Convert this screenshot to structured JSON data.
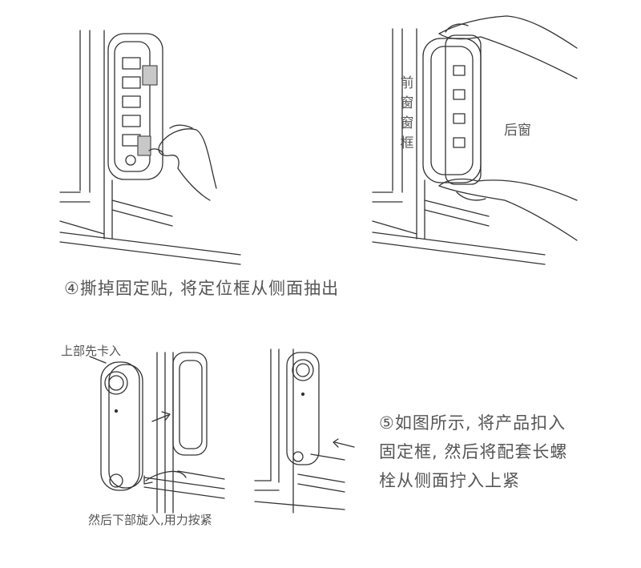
{
  "panel_top_right": {
    "front_frame_label": [
      "前",
      "窗",
      "窗",
      "框"
    ],
    "rear_window_label": "后窗"
  },
  "step4": {
    "caption": "④撕掉固定贴, 将定位框从侧面抽出"
  },
  "panel_bottom_left": {
    "top_note": "上部先卡入",
    "bottom_note": "然后下部旋入,用力按紧"
  },
  "step5": {
    "lines": [
      "⑤如图所示, 将产品扣入",
      "固定框, 然后将配套长螺",
      "栓从侧面拧入上紧"
    ]
  },
  "colors": {
    "line": "#333333",
    "text": "#555555",
    "tape": "#c8c8c8"
  }
}
